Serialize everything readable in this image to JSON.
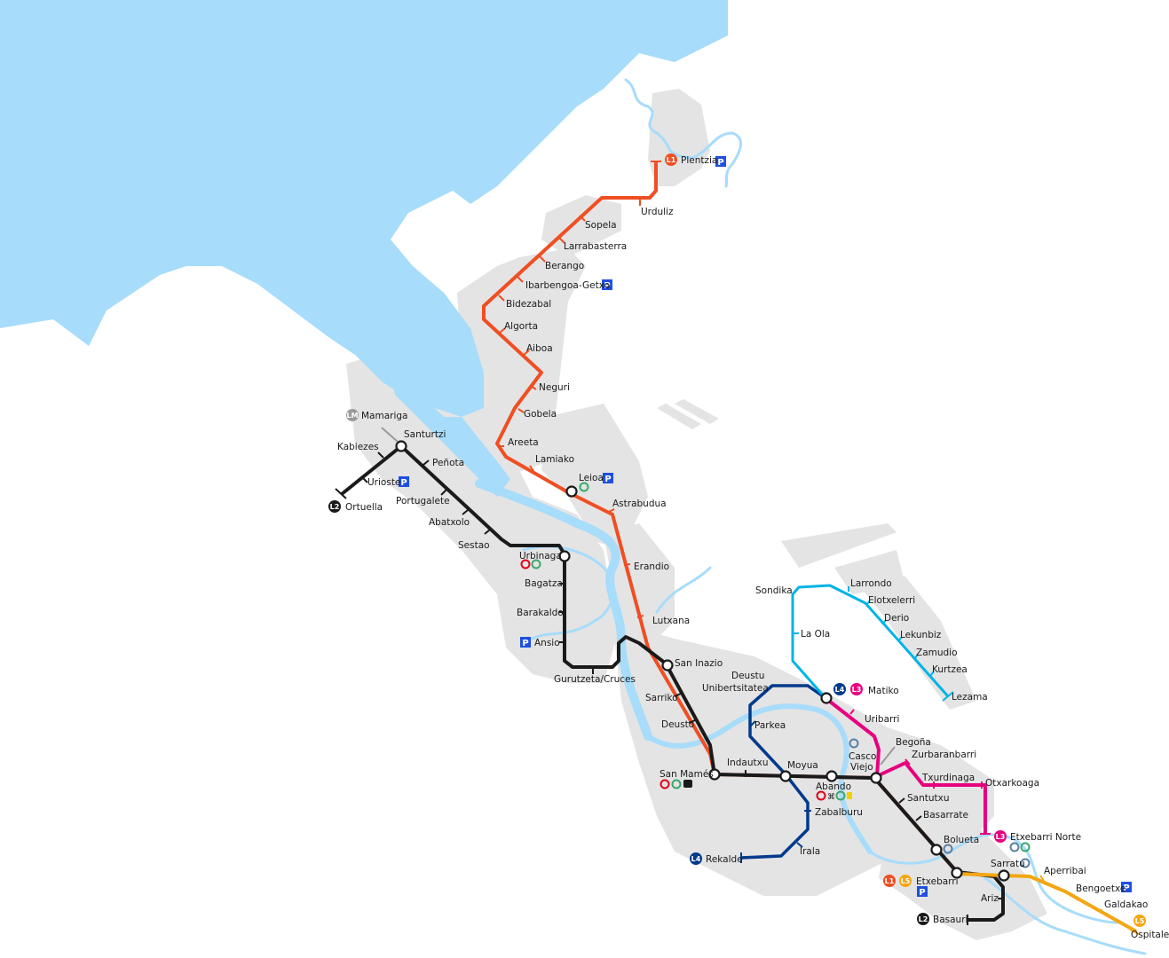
{
  "colors": {
    "sea": "#a7dcfb",
    "land": "#e4e4e4",
    "L1": "#f04e23",
    "L2": "#1a1a1a",
    "L3": "#e6007e",
    "L4": "#003a8c",
    "L5": "#f4a712",
    "LM": "#00b4e6",
    "parking": "#1f4fe0"
  },
  "lines": {
    "L1": "L1",
    "L2": "L2",
    "L3": "L3",
    "L4": "L4",
    "L5": "L5",
    "LM": "LM"
  },
  "parking_label": "P",
  "stations": {
    "plentzia": "Plentzia",
    "urduliz": "Urduliz",
    "sopela": "Sopela",
    "larrabasterra": "Larrabasterra",
    "berango": "Berango",
    "ibarbengoa": "Ibarbengoa-Getxo",
    "bidezabal": "Bidezabal",
    "algorta": "Algorta",
    "aiboa": "Aiboa",
    "neguri": "Neguri",
    "gobela": "Gobela",
    "areeta": "Areeta",
    "lamiako": "Lamiako",
    "leioa": "Leioa",
    "astrabudua": "Astrabudua",
    "erandio": "Erandio",
    "lutxana": "Lutxana",
    "san_inazio": "San Inazio",
    "sarriko": "Sarriko",
    "deusto": "Deusto",
    "san_mames": "San Mamés",
    "indautxu": "Indautxu",
    "moyua": "Moyua",
    "abando": "Abando",
    "casco_viejo_1": "Casco",
    "casco_viejo_2": "Viejo",
    "santutxu": "Santutxu",
    "basarrate": "Basarrate",
    "bolueta": "Bolueta",
    "etxebarri": "Etxebarri",
    "ariz": "Ariz",
    "basauri": "Basauri",
    "sarratu": "Sarratu",
    "aperribai": "Aperribai",
    "bengoetxe": "Bengoetxe",
    "galdakao": "Galdakao",
    "ospitalea": "Ospitalea",
    "mamariga": "Mamariga",
    "kabiezes": "Kabiezes",
    "santurtzi": "Santurtzi",
    "penota": "Peñota",
    "urioste": "Urioste",
    "ortuella": "Ortuella",
    "portugalete": "Portugalete",
    "abatxolo": "Abatxolo",
    "sestao": "Sestao",
    "urbinaga": "Urbinaga",
    "bagatza": "Bagatza",
    "barakaldo": "Barakaldo",
    "ansio": "Ansio",
    "gurutzeta": "Gurutzeta/Cruces",
    "sondika": "Sondika",
    "larrondo": "Larrondo",
    "elotxelerri": "Elotxelerri",
    "derio": "Derio",
    "lekunbiz": "Lekunbiz",
    "zamudio": "Zamudio",
    "kurtzea": "Kurtzea",
    "lezama": "Lezama",
    "la_ola": "La Ola",
    "matiko": "Matiko",
    "uribarri": "Uribarri",
    "begona": "Begoña",
    "zurbaranbarri": "Zurbaranbarri",
    "txurdinaga": "Txurdinaga",
    "otxarkoaga": "Otxarkoaga",
    "etxebarri_norte": "Etxebarri Norte",
    "deustu_1": "Deustu",
    "deustu_2": "Unibertsitatea",
    "parkea": "Parkea",
    "zabalburu": "Zabalburu",
    "irala": "Irala",
    "rekalde": "Rekalde"
  },
  "icons": {
    "renfe": "renfe-icon",
    "bus": "bus-icon",
    "tram": "tram-icon",
    "funicular": "funicular-icon",
    "feve": "feve-icon",
    "bizkaibus": "bizkaibus-icon",
    "lift": "lift-icon"
  }
}
